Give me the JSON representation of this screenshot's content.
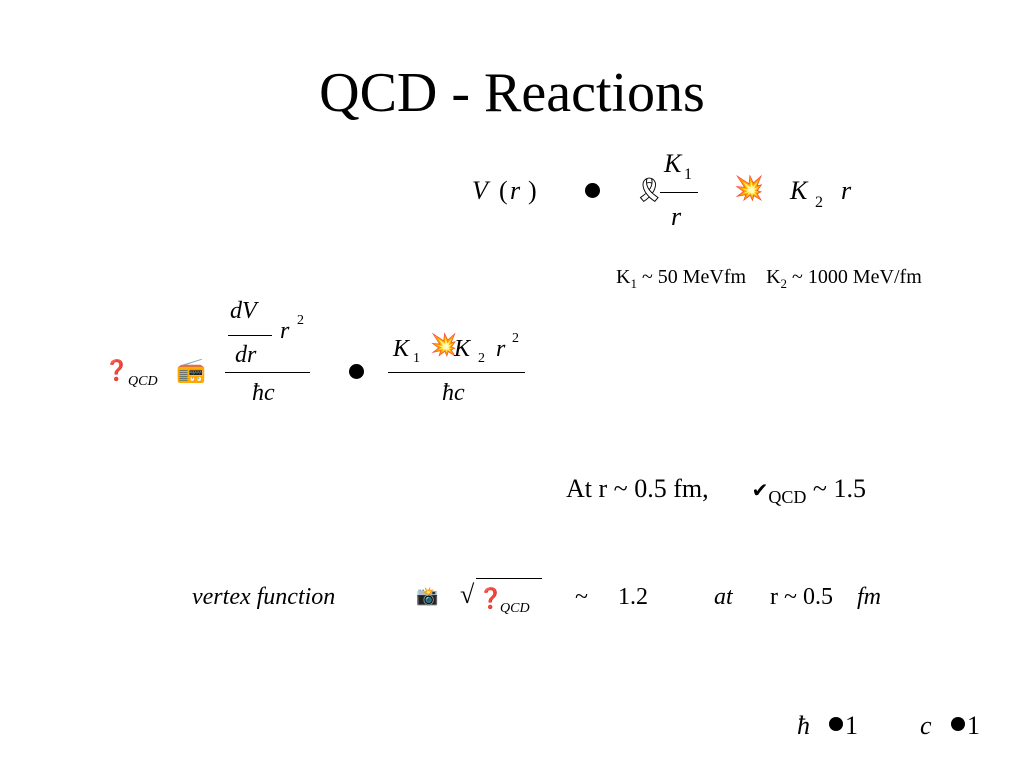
{
  "slide": {
    "title": "QCD - Reactions"
  },
  "eq1": {
    "V": "V",
    "lparen": "(",
    "r_arg": "r",
    "rparen": ")",
    "K": "K",
    "K1_sub": "1",
    "r_den": "r",
    "K2": "K",
    "K2_sub": "2",
    "r_term": "r"
  },
  "constants": {
    "k1_label": "K",
    "k1_sub": "1",
    "k1_text": " ~ 50 MeVfm",
    "k2_label": "K",
    "k2_sub": "2",
    "k2_text": " ~ 1000 MeV/fm"
  },
  "eq2": {
    "alpha_sub": "QCD",
    "dV": "dV",
    "dr": "dr",
    "r": "r",
    "r_exp": "2",
    "hbar_c_left": "ħc",
    "K1": "K",
    "K1_sub": "1",
    "K2": "K",
    "K2_sub": "2",
    "r2": "r",
    "r2_exp": "2",
    "hbar_c_right": "ħc"
  },
  "statement": {
    "prefix": "At r ~ 0.5 fm,",
    "sub": "QCD",
    "suffix": " ~ 1.5"
  },
  "vertex": {
    "label": "vertex function",
    "alpha_sub": "QCD",
    "tilde": "~",
    "value": "1.2",
    "at": "at",
    "r_text": "r ~ 0.5",
    "unit": "fm"
  },
  "units": {
    "hbar": "ħ",
    "hbar_val": "1",
    "c": "c",
    "c_val": "1"
  }
}
